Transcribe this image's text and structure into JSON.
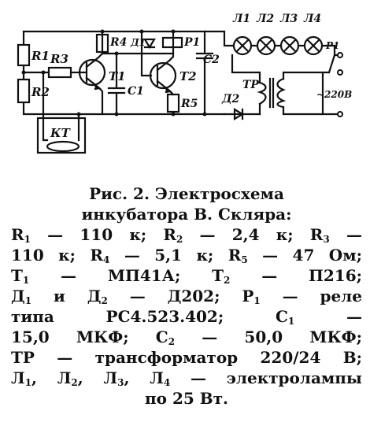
{
  "schematic": {
    "labels": {
      "r1": "R1",
      "r2": "R2",
      "r3": "R3",
      "r4": "R4",
      "r5": "R5",
      "d1": "Д1",
      "d2": "Д2",
      "p1": "P1",
      "p1_contact": "P1",
      "t1": "T1",
      "t2": "T2",
      "c1": "C1",
      "c2": "C2",
      "kt": "КТ",
      "tr": "ТР",
      "l1": "Л1",
      "l2": "Л2",
      "l3": "Л3",
      "l4": "Л4",
      "mains": "~220В"
    }
  },
  "caption": {
    "title_1": "Рис. 2. Электросхема",
    "title_2": "инкубатора В. Скляра:",
    "r1": {
      "sym": "R",
      "sub": "1",
      "text": " — 110 к;"
    },
    "r2": {
      "sym": "R",
      "sub": "2",
      "text": " — 2,4 к;"
    },
    "r3": {
      "sym": "R",
      "sub": "3",
      "text": " —"
    },
    "r3_value": "110 к;",
    "r4": {
      "sym": "R",
      "sub": "4",
      "text": " — 5,1 к;"
    },
    "r5": {
      "sym": "R",
      "sub": "5",
      "text": " — 47 Ом;"
    },
    "t1": {
      "sym": "T",
      "sub": "1",
      "text": " — МП41А;"
    },
    "t2": {
      "sym": "T",
      "sub": "2",
      "text": " — П216;"
    },
    "d1": {
      "sym": "Д",
      "sub": "1",
      "text": " и "
    },
    "d2": {
      "sym": "Д",
      "sub": "2",
      "text": " — Д202;"
    },
    "p1": {
      "sym": "Р",
      "sub": "1",
      "text": " — реле"
    },
    "relay_type": "типа РС4.523.402;",
    "c1": {
      "sym": "С",
      "sub": "1",
      "text": " —"
    },
    "c1_value": "15,0  МКФ;",
    "c2": {
      "sym": "С",
      "sub": "2",
      "text": " — 50,0  МКФ;"
    },
    "transformer": "ТР — трансформатор 220/24 В;",
    "l1": {
      "sym": "Л",
      "sub": "1",
      "text": ", "
    },
    "l2": {
      "sym": "Л",
      "sub": "2",
      "text": ", "
    },
    "l3": {
      "sym": "Л",
      "sub": "3",
      "text": ", "
    },
    "l4": {
      "sym": "Л",
      "sub": "4",
      "text": " — электролампы"
    },
    "last": "по 25 Вт."
  }
}
